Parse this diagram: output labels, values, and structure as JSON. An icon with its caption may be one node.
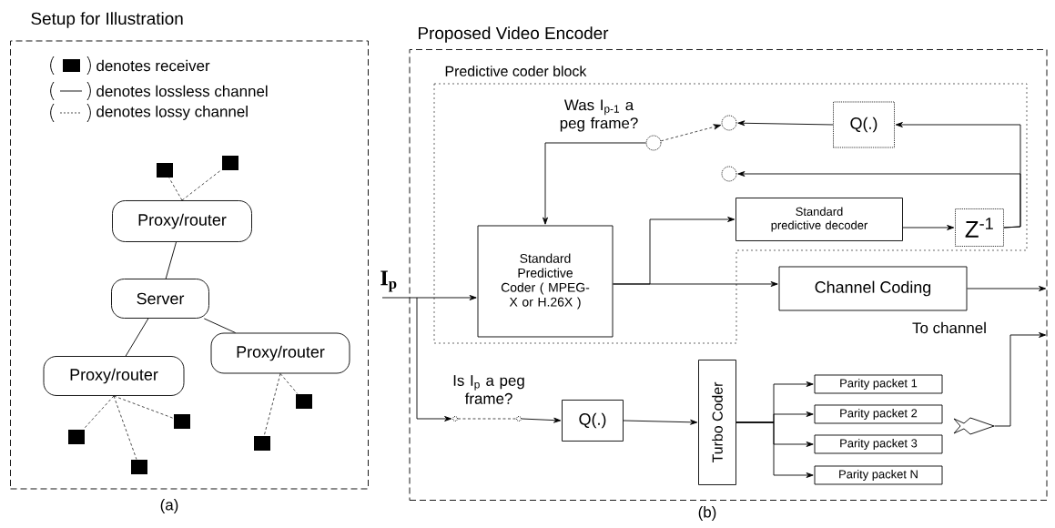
{
  "diagram": {
    "nodes": [
      {
        "text": [
          "Setup for Illustration"
        ]
      },
      {
        "text": [
          "Proxy/router"
        ],
        "in": 0
      },
      {
        "text": [
          "Server"
        ],
        "in": 0
      },
      {
        "text": [
          "Proxy/router"
        ],
        "in": 0
      },
      {
        "text": [
          "Proxy/router"
        ],
        "in": 0
      },
      {
        "text": [],
        "shape": "box",
        "in": 0
      },
      {
        "text": [],
        "shape": "box",
        "in": 0
      },
      {
        "text": [],
        "shape": "box",
        "in": 0
      },
      {
        "text": [],
        "shape": "box",
        "in": 0
      },
      {
        "text": [],
        "shape": "box",
        "in": 0
      },
      {
        "text": [],
        "shape": "box",
        "in": 0
      },
      {
        "text": [],
        "shape": "box",
        "in": 0
      },
      {
        "text": [
          "Proposed Video Encoder"
        ]
      },
      {
        "text": [
          "Predictive coder block"
        ],
        "in": 12
      },
      {
        "text": [
          "Q(.)"
        ],
        "in": 13
      },
      {
        "text": [],
        "shape": "circle",
        "in": 13
      },
      {
        "text": [],
        "shape": "circle",
        "in": 13
      },
      {
        "text": [],
        "shape": "circle",
        "in": 13
      },
      {
        "text": [
          "Standard Predictive Coder ( MPEG-X or H.26X )"
        ],
        "in": 13
      },
      {
        "text": [
          "Standard predictive decoder"
        ],
        "in": 13
      },
      {
        "text": [
          "Z$^{-1}$"
        ],
        "in": 13
      },
      {
        "text": [
          "Channel Coding"
        ],
        "in": 12
      },
      {
        "text": [],
        "shape": "circle",
        "in": 12
      },
      {
        "text": [],
        "shape": "circle",
        "in": 12
      },
      {
        "text": [
          "Q(.)"
        ],
        "in": 12
      },
      {
        "text": [
          "Turbo Coder"
        ],
        "in": 12
      },
      {
        "text": [
          "Parity packet 1"
        ],
        "in": 12
      },
      {
        "text": [
          "Parity packet 2"
        ],
        "in": 12
      },
      {
        "text": [
          "Parity packet 3"
        ],
        "in": 12
      },
      {
        "text": [
          "Parity packet N"
        ],
        "in": 12
      },
      {
        "text": [],
        "shape": "arrow",
        "in": 12
      }
    ],
    "edges": [
      {
        "from": 1,
        "to": 2,
        "arrow": "none"
      },
      {
        "from": 2,
        "to": 3,
        "arrow": "none"
      },
      {
        "from": 2,
        "to": 4,
        "arrow": "none"
      },
      {
        "from": 1,
        "to": 7,
        "arrow": "none",
        "style": "dashed"
      },
      {
        "from": 1,
        "to": 9,
        "arrow": "none",
        "style": "dashed"
      },
      {
        "from": 3,
        "to": 5,
        "arrow": "none",
        "style": "dashed"
      },
      {
        "from": 3,
        "to": 6,
        "arrow": "none",
        "style": "dashed"
      },
      {
        "from": 3,
        "to": 8,
        "arrow": "none",
        "style": "dashed"
      },
      {
        "from": 4,
        "to": 10,
        "arrow": "none",
        "style": "dashed"
      },
      {
        "from": 4,
        "to": 11,
        "arrow": "none",
        "style": "dashed"
      },
      {
        "from": 14,
        "to": 15,
        "arrow": "to"
      },
      {
        "from": 20,
        "to": 14,
        "arrow": "to"
      },
      {
        "from": 20,
        "to": 17,
        "arrow": "to"
      },
      {
        "from": 16,
        "to": 15,
        "arrow": "to",
        "style": "dashed"
      },
      {
        "from": 16,
        "to": 18,
        "arrow": "to"
      },
      {
        "from": null,
        "to": 18,
        "arrow": "to",
        "label": "I$_{p}$"
      },
      {
        "from": 18,
        "to": 19,
        "arrow": "to"
      },
      {
        "from": 18,
        "to": 21,
        "arrow": "to"
      },
      {
        "from": 19,
        "to": 20,
        "arrow": "to"
      },
      {
        "from": 21,
        "to": null,
        "arrow": "to"
      },
      {
        "from": null,
        "to": 22,
        "arrow": "to"
      },
      {
        "from": 22,
        "to": 23,
        "arrow": "none",
        "style": "dashed"
      },
      {
        "from": 23,
        "to": 24,
        "arrow": "to"
      },
      {
        "from": 24,
        "to": 25,
        "arrow": "to"
      },
      {
        "from": 25,
        "to": 26,
        "arrow": "to"
      },
      {
        "from": 25,
        "to": 27,
        "arrow": "to"
      },
      {
        "from": 25,
        "to": 28,
        "arrow": "to"
      },
      {
        "from": 25,
        "to": 29,
        "arrow": "to"
      },
      {
        "from": 30,
        "to": null,
        "arrow": "to"
      }
    ],
    "labels": [
      "Was I$_{p-1}$ a peg frame?",
      "Is I$_{p}$ a peg frame?",
      "To channel",
      "(a)",
      "(b)"
    ],
    "legend": [
      {
        "text": "denotes receiver",
        "color": "#000000"
      },
      {
        "text": "denotes lossless channel"
      },
      {
        "text": "denotes lossy channel"
      }
    ]
  }
}
